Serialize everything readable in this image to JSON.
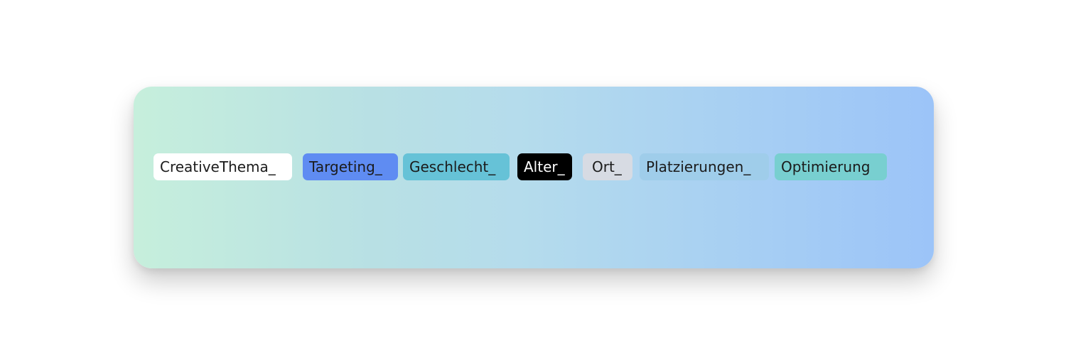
{
  "tags": [
    {
      "label": "CreativeThema_",
      "color": "#ffffff"
    },
    {
      "label": "Targeting_",
      "color": "#5f8cf2"
    },
    {
      "label": "Geschlecht_",
      "color": "#66c2d7"
    },
    {
      "label": "Alter_",
      "color": "#000000"
    },
    {
      "label": "Ort_",
      "color": "#d7dbe3"
    },
    {
      "label": "Platzierungen_",
      "color": "#9fcdea"
    },
    {
      "label": "Optimierung",
      "color": "#78cfd0"
    }
  ],
  "card": {
    "gradient_start": "#c6efdc",
    "gradient_end": "#9cc4f8"
  }
}
